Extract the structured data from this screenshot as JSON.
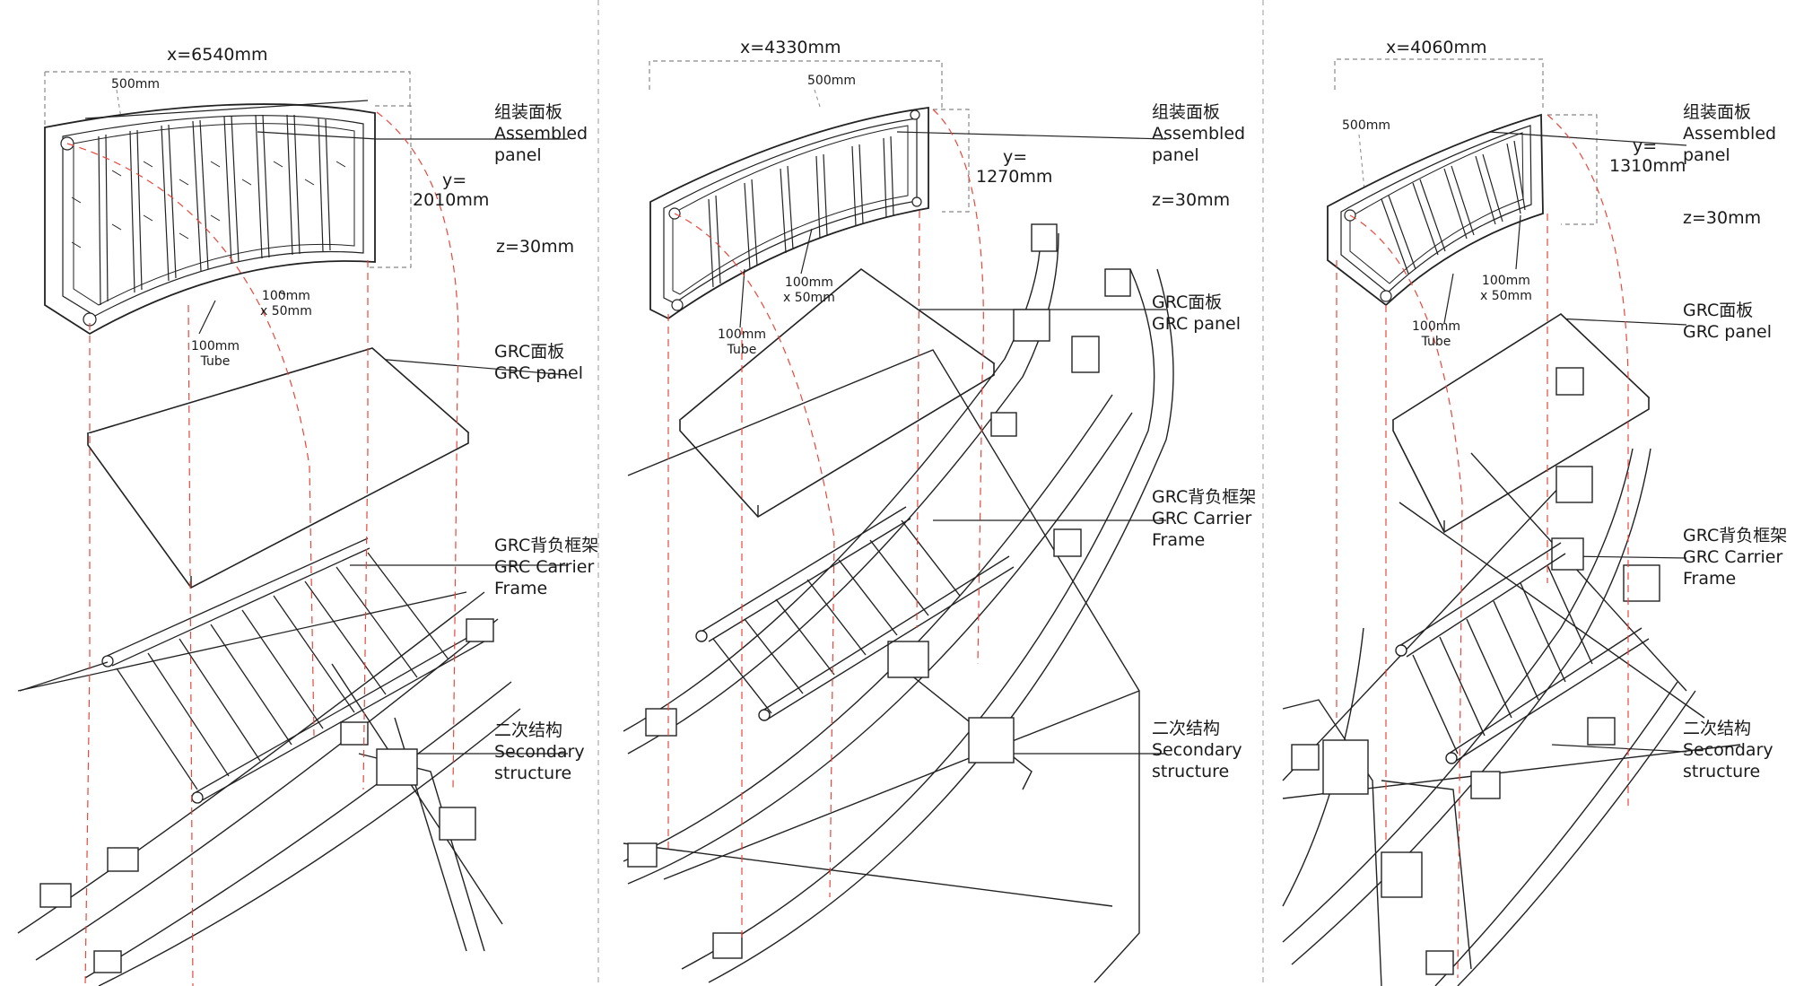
{
  "panels": [
    {
      "x_dim": "x=6540mm",
      "spacing": "500mm",
      "y_dim_a": "y=",
      "y_dim_b": "2010mm",
      "z_dim": "z=30mm",
      "tube_dim_a": "100mm",
      "tube_dim_b": "Tube",
      "rect_dim_a": "100mm",
      "rect_dim_b": "x 50mm",
      "labels": {
        "assembled_cn": "组装面板",
        "assembled_en_a": "Assembled",
        "assembled_en_b": "panel",
        "grc_cn": "GRC面板",
        "grc_en": "GRC panel",
        "carrier_cn": "GRC背负框架",
        "carrier_en_a": "GRC Carrier",
        "carrier_en_b": "Frame",
        "secondary_cn": "二次结构",
        "secondary_en_a": "Secondary",
        "secondary_en_b": "structure"
      }
    },
    {
      "x_dim": "x=4330mm",
      "spacing": "500mm",
      "y_dim_a": "y=",
      "y_dim_b": "1270mm",
      "z_dim": "z=30mm",
      "tube_dim_a": "100mm",
      "tube_dim_b": "Tube",
      "rect_dim_a": "100mm",
      "rect_dim_b": "x 50mm",
      "labels": {
        "assembled_cn": "组装面板",
        "assembled_en_a": "Assembled",
        "assembled_en_b": "panel",
        "grc_cn": "GRC面板",
        "grc_en": "GRC panel",
        "carrier_cn": "GRC背负框架",
        "carrier_en_a": "GRC Carrier",
        "carrier_en_b": "Frame",
        "secondary_cn": "二次结构",
        "secondary_en_a": "Secondary",
        "secondary_en_b": "structure"
      }
    },
    {
      "x_dim": "x=4060mm",
      "spacing": "500mm",
      "y_dim_a": "y=",
      "y_dim_b": "1310mm",
      "z_dim": "z=30mm",
      "tube_dim_a": "100mm",
      "tube_dim_b": "Tube",
      "rect_dim_a": "100mm",
      "rect_dim_b": "x 50mm",
      "labels": {
        "assembled_cn": "组装面板",
        "assembled_en_a": "Assembled",
        "assembled_en_b": "panel",
        "grc_cn": "GRC面板",
        "grc_en": "GRC panel",
        "carrier_cn": "GRC背负框架",
        "carrier_en_a": "GRC Carrier",
        "carrier_en_b": "Frame",
        "secondary_cn": "二次结构",
        "secondary_en_a": "Secondary",
        "secondary_en_b": "structure"
      }
    }
  ],
  "colors": {
    "line": "#222222",
    "hidden_line": "#e8473c",
    "divider": "#aaaaaa",
    "dim_line": "#888888"
  }
}
